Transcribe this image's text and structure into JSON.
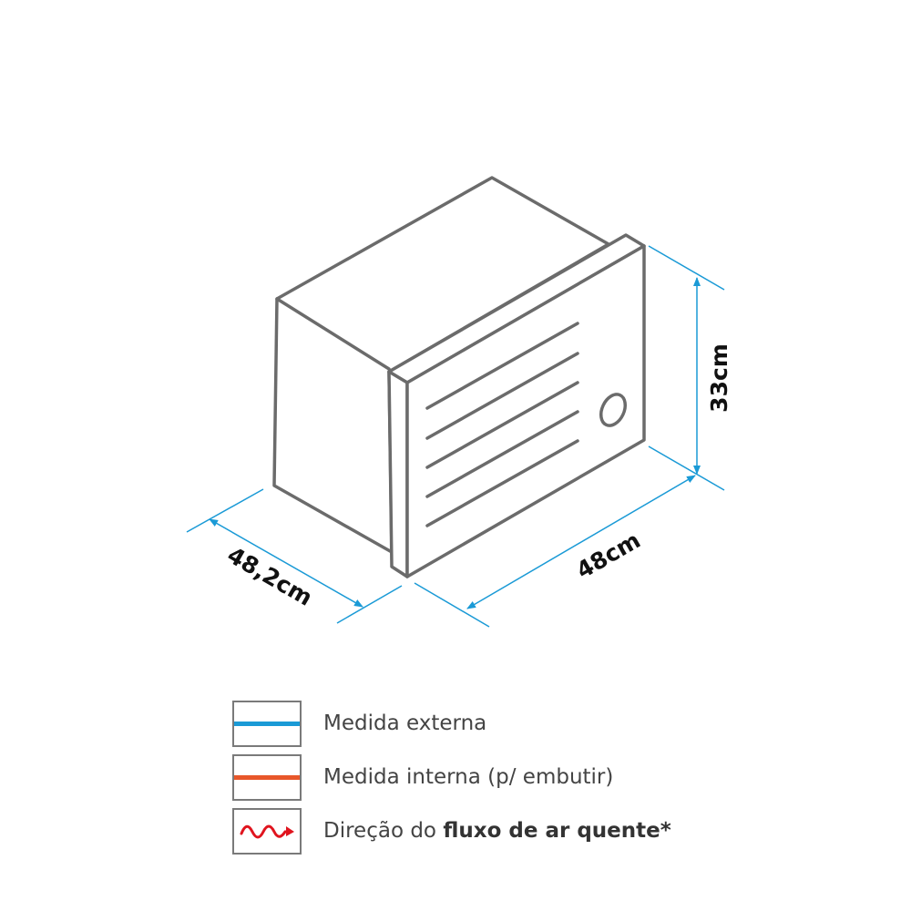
{
  "diagram": {
    "dimensions": {
      "height": "33cm",
      "width": "48cm",
      "depth": "48,2cm"
    }
  },
  "legend": [
    {
      "label": "Medida externa",
      "color": "#1a9ad6",
      "icon": "blue-line-icon"
    },
    {
      "label": "Medida interna (p/ embutir)",
      "color": "#e8572a",
      "icon": "orange-line-icon"
    },
    {
      "label_prefix": "Direção do ",
      "label_bold": "fluxo de ar quente*",
      "color": "#e0141e",
      "icon": "wavy-arrow-icon"
    }
  ],
  "colors": {
    "outline": "#6b6b6b",
    "dimension": "#1a9ad6"
  }
}
